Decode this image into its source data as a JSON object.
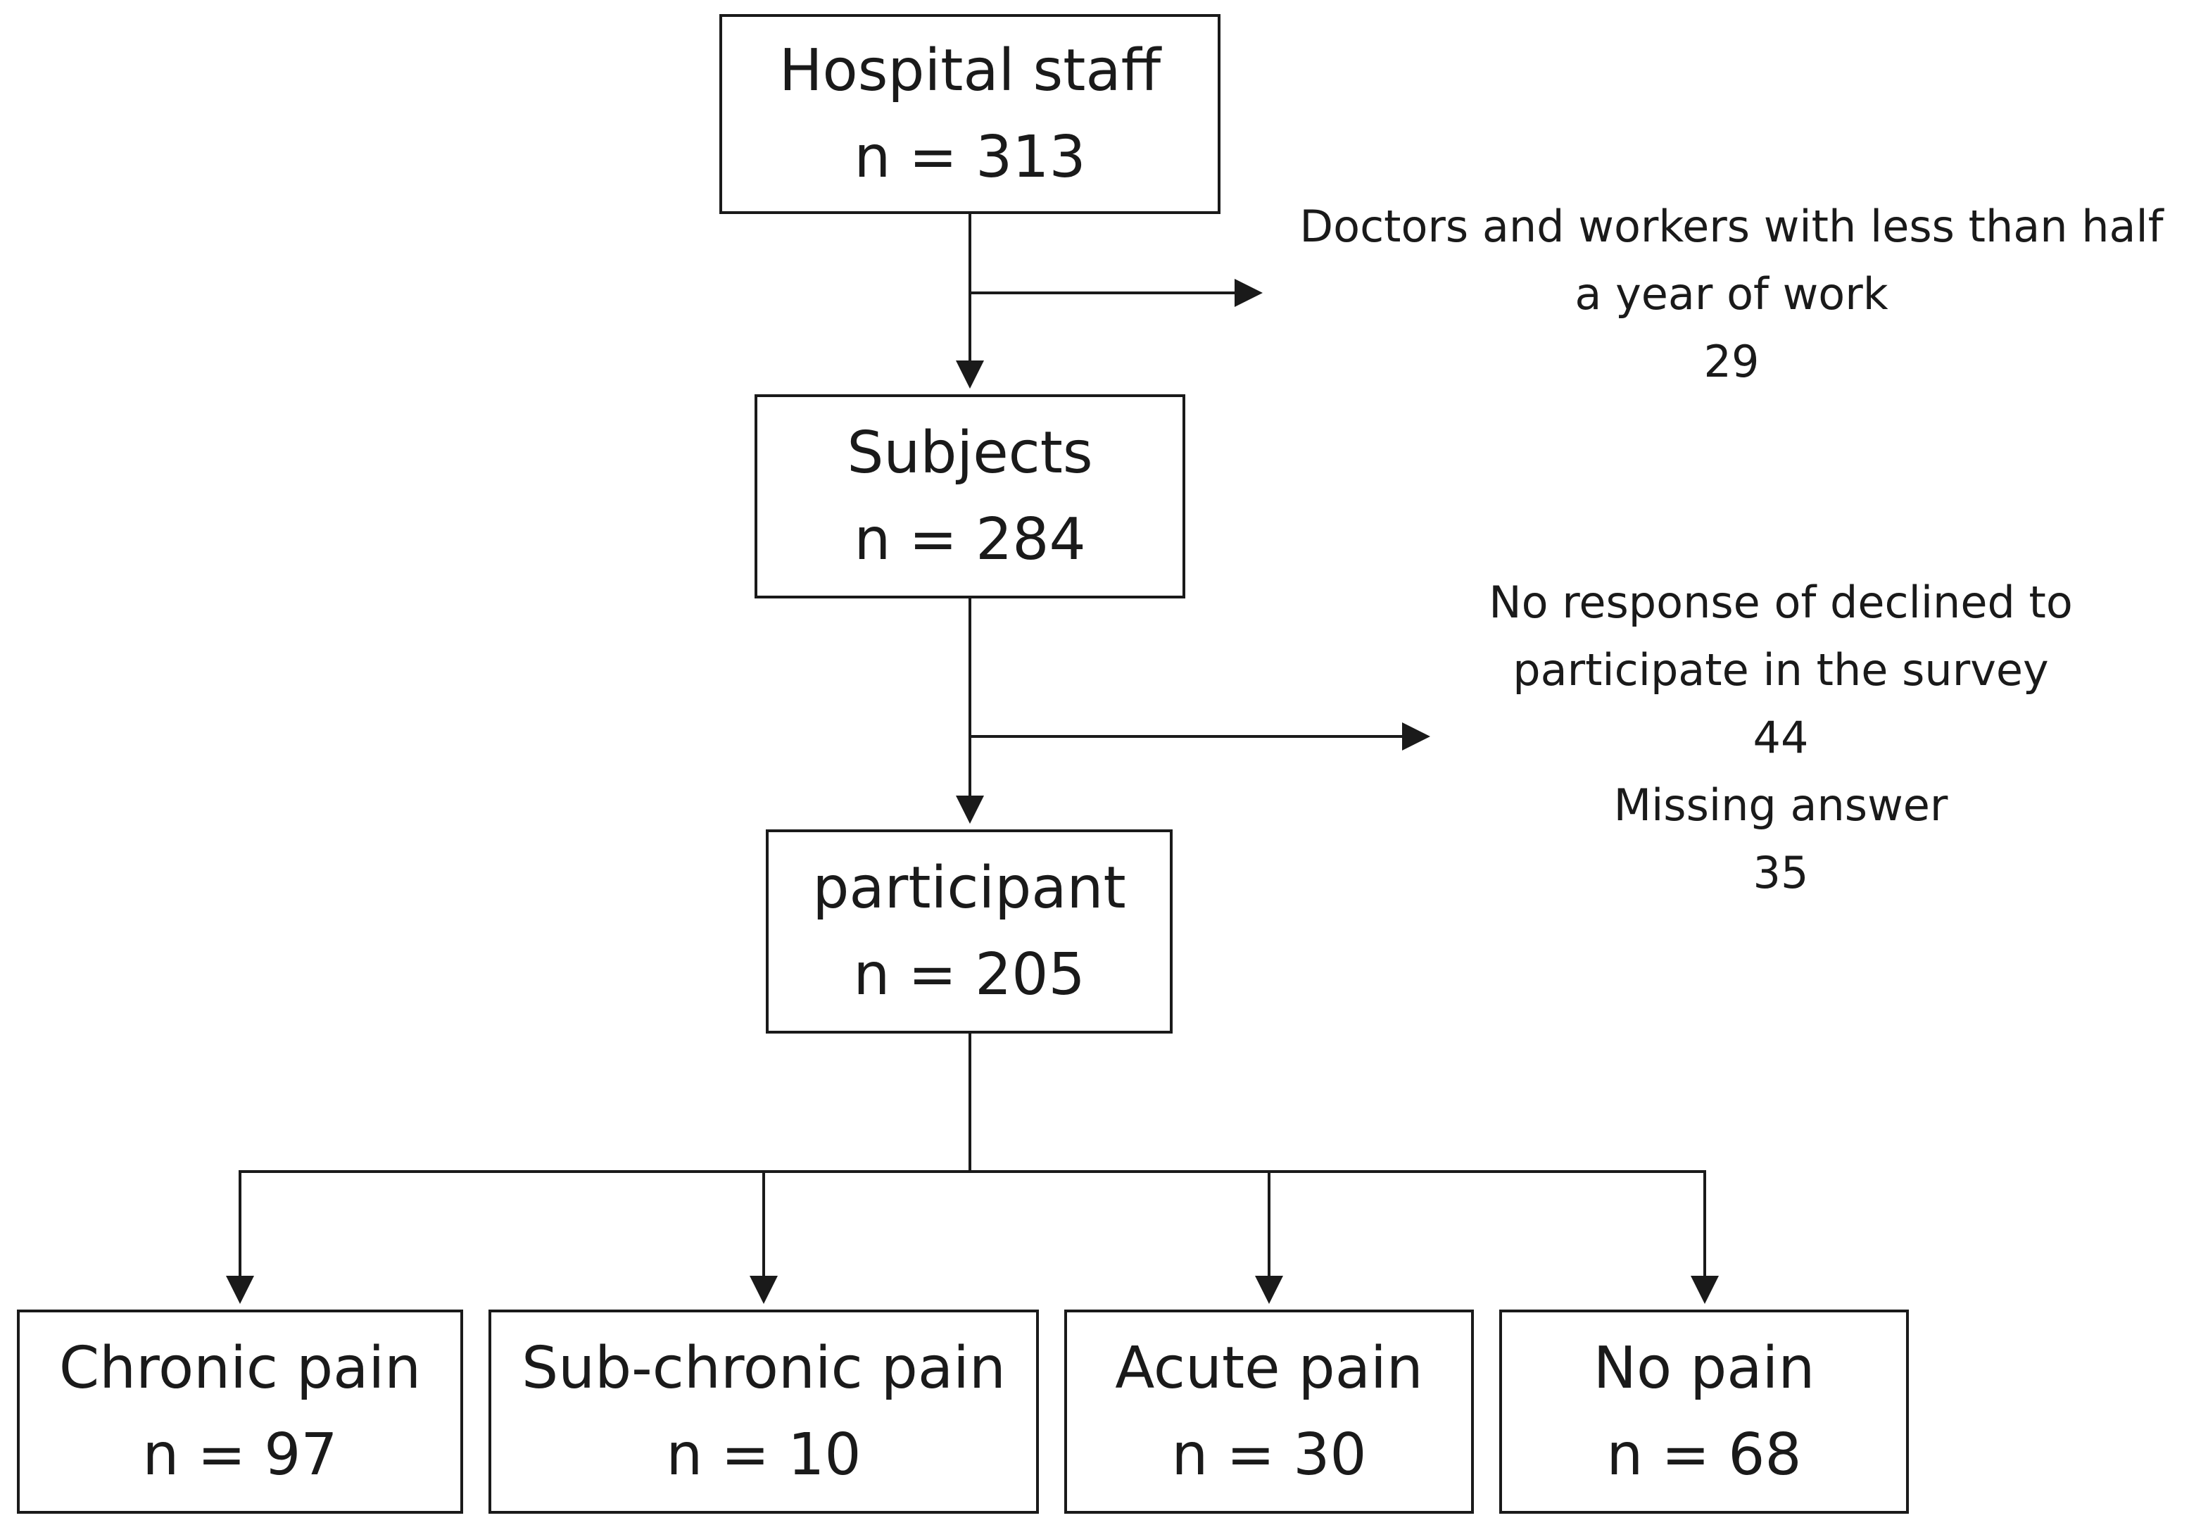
{
  "nodes": {
    "hospital": {
      "label": "Hospital staff",
      "count": "n = 313"
    },
    "subjects": {
      "label": "Subjects",
      "count": "n = 284"
    },
    "participant": {
      "label": "participant",
      "count": "n = 205"
    },
    "chronic": {
      "label": "Chronic pain",
      "count": "n = 97"
    },
    "subchronic": {
      "label": "Sub-chronic pain",
      "count": "n = 10"
    },
    "acute": {
      "label": "Acute pain",
      "count": "n = 30"
    },
    "nopain": {
      "label": "No pain",
      "count": "n = 68"
    }
  },
  "exclusions": {
    "first": {
      "line1": "Doctors and workers with less than half",
      "line2": "a year of work",
      "count": "29"
    },
    "second": {
      "line1": "No response of declined to",
      "line2": "participate in the survey",
      "count": "44",
      "line3": "Missing answer",
      "count2": "35"
    }
  }
}
